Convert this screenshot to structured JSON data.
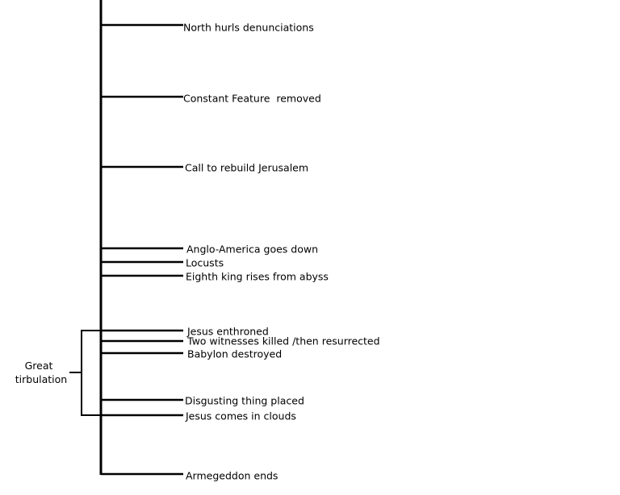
{
  "timeline": {
    "line_color": "#000000",
    "events": [
      {
        "label": "North hurls denunciations"
      },
      {
        "label": "Constant Feature  removed"
      },
      {
        "label": "Call to rebuild Jerusalem"
      },
      {
        "label": "Anglo-America goes down"
      },
      {
        "label": "Locusts"
      },
      {
        "label": "Eighth king rises from abyss"
      },
      {
        "label": "Jesus enthroned"
      },
      {
        "label": "Two witnesses killed /then resurrected"
      },
      {
        "label": "Babylon destroyed"
      },
      {
        "label": "Disgusting thing placed"
      },
      {
        "label": "Jesus comes in clouds"
      },
      {
        "label": "Armegeddon ends"
      }
    ]
  },
  "bracket": {
    "line1": "Great",
    "line2": "tirbulation"
  }
}
